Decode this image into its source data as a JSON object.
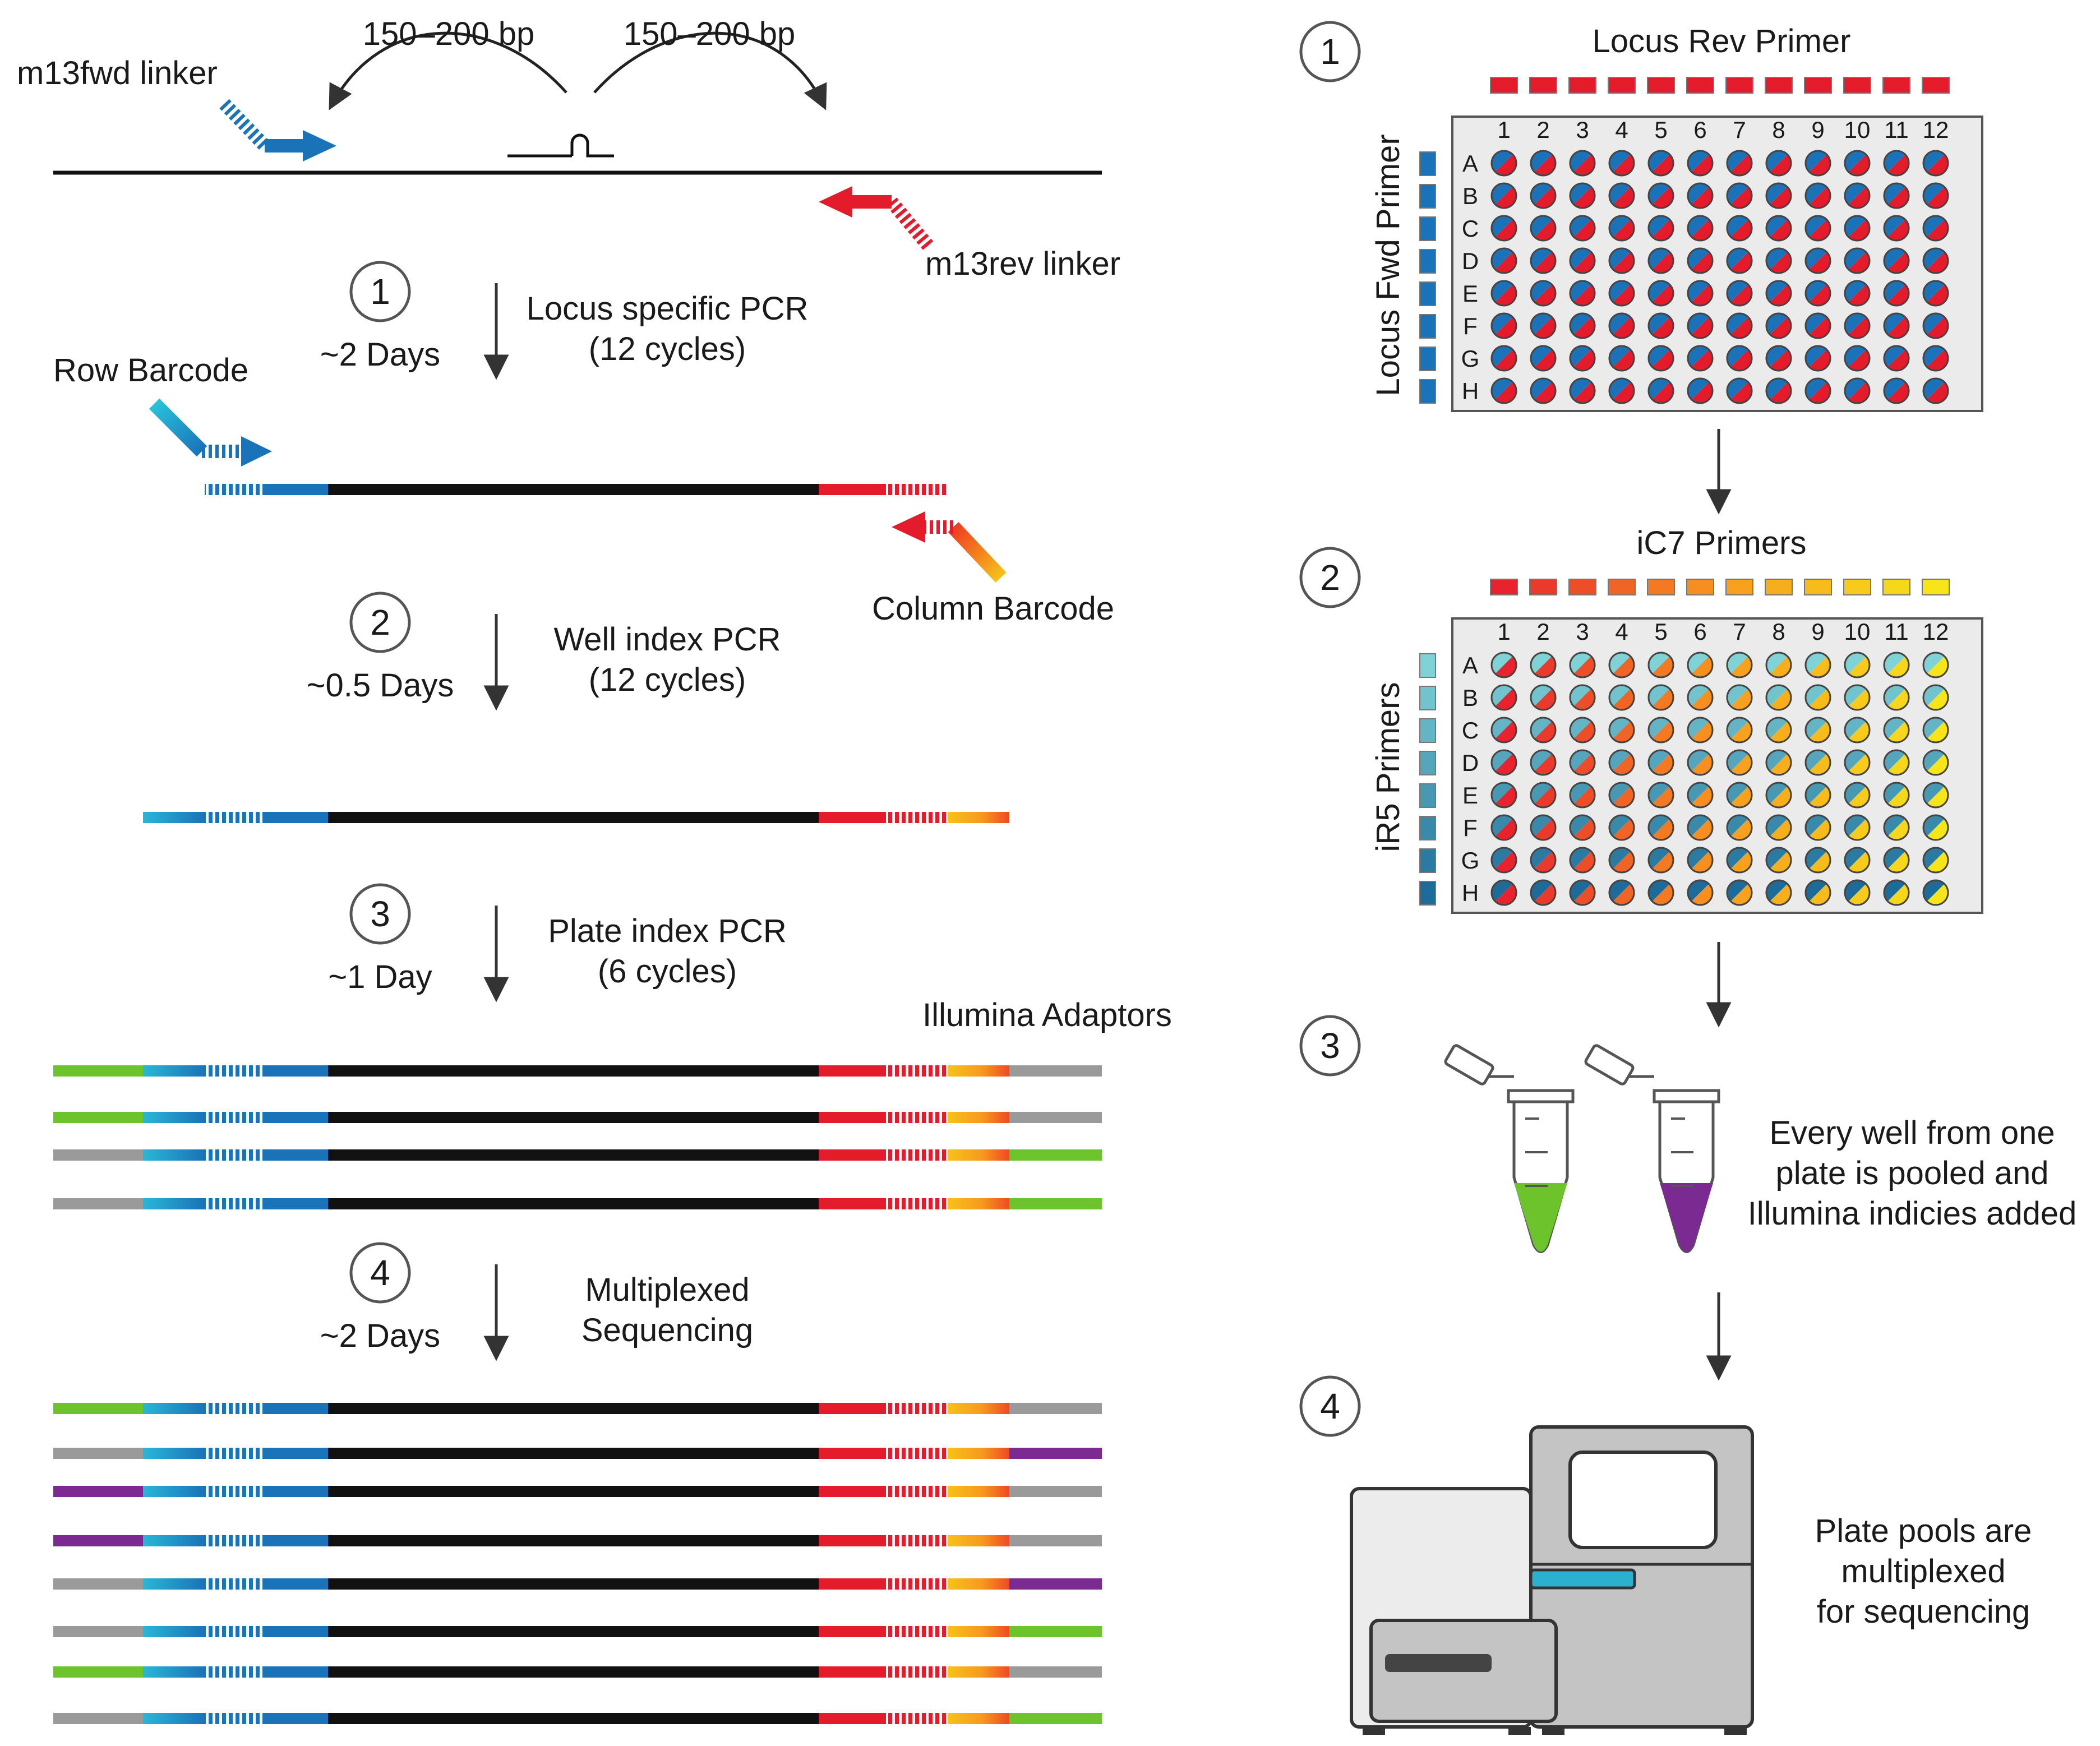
{
  "colors": {
    "fwd_blue": "#1a73b8",
    "rev_red": "#e31b2b",
    "dna_black": "#111111",
    "adaptor_green": "#6cc32c",
    "adaptor_gray": "#9a9a9a",
    "adaptor_purple": "#7a2a91",
    "row_barcode_cyan": "#29b6d6",
    "col_barcode_orange": "#f79a1e",
    "col_barcode_yellow": "#f7e51a",
    "plate_bg": "#ebebeb",
    "tube_green": "#6cc32c",
    "tube_purple": "#7a2a91",
    "sequencer_body": "#c4c4c4",
    "sequencer_slot": "#2bb0d0"
  },
  "left": {
    "top_labels": {
      "span_left": "150–200 bp",
      "span_right": "150–200 bp",
      "fwd_linker": "m13fwd linker",
      "rev_linker": "m13rev linker",
      "row_barcode": "Row Barcode",
      "column_barcode": "Column Barcode",
      "illumina_adaptors": "Illumina Adaptors"
    },
    "steps": [
      {
        "num": "1",
        "time": "~2 Days",
        "line1": "Locus specific PCR",
        "line2": "(12 cycles)"
      },
      {
        "num": "2",
        "time": "~0.5 Days",
        "line1": "Well index PCR",
        "line2": "(12 cycles)"
      },
      {
        "num": "3",
        "time": "~1 Day",
        "line1": "Plate index PCR",
        "line2": "(6 cycles)"
      },
      {
        "num": "4",
        "time": "~2 Days",
        "line1": "Multiplexed",
        "line2": "Sequencing"
      }
    ],
    "step3_adaptor_pairs": [
      [
        "green",
        "gray"
      ],
      [
        "green",
        "gray"
      ],
      [
        "gray",
        "green"
      ],
      [
        "gray",
        "green"
      ]
    ],
    "step4_adaptor_pairs": [
      [
        "green",
        "gray"
      ],
      [
        "gray",
        "purple"
      ],
      [
        "purple",
        "gray"
      ],
      [
        "purple",
        "gray"
      ],
      [
        "gray",
        "purple"
      ],
      [
        "gray",
        "green"
      ],
      [
        "green",
        "gray"
      ],
      [
        "gray",
        "green"
      ]
    ]
  },
  "right": {
    "step1": {
      "num": "1",
      "top_label": "Locus Rev Primer",
      "side_label": "Locus Fwd Primer",
      "columns": [
        "1",
        "2",
        "3",
        "4",
        "5",
        "6",
        "7",
        "8",
        "9",
        "10",
        "11",
        "12"
      ],
      "rows": [
        "A",
        "B",
        "C",
        "D",
        "E",
        "F",
        "G",
        "H"
      ]
    },
    "step2": {
      "num": "2",
      "top_label": "iC7 Primers",
      "side_label": "iR5 Primers",
      "columns": [
        "1",
        "2",
        "3",
        "4",
        "5",
        "6",
        "7",
        "8",
        "9",
        "10",
        "11",
        "12"
      ],
      "rows": [
        "A",
        "B",
        "C",
        "D",
        "E",
        "F",
        "G",
        "H"
      ]
    },
    "step3": {
      "num": "3",
      "text": [
        "Every well from one",
        "plate is pooled and",
        "Illumina indicies added"
      ]
    },
    "step4": {
      "num": "4",
      "text": [
        "Plate pools are",
        "multiplexed",
        "for sequencing"
      ]
    }
  }
}
